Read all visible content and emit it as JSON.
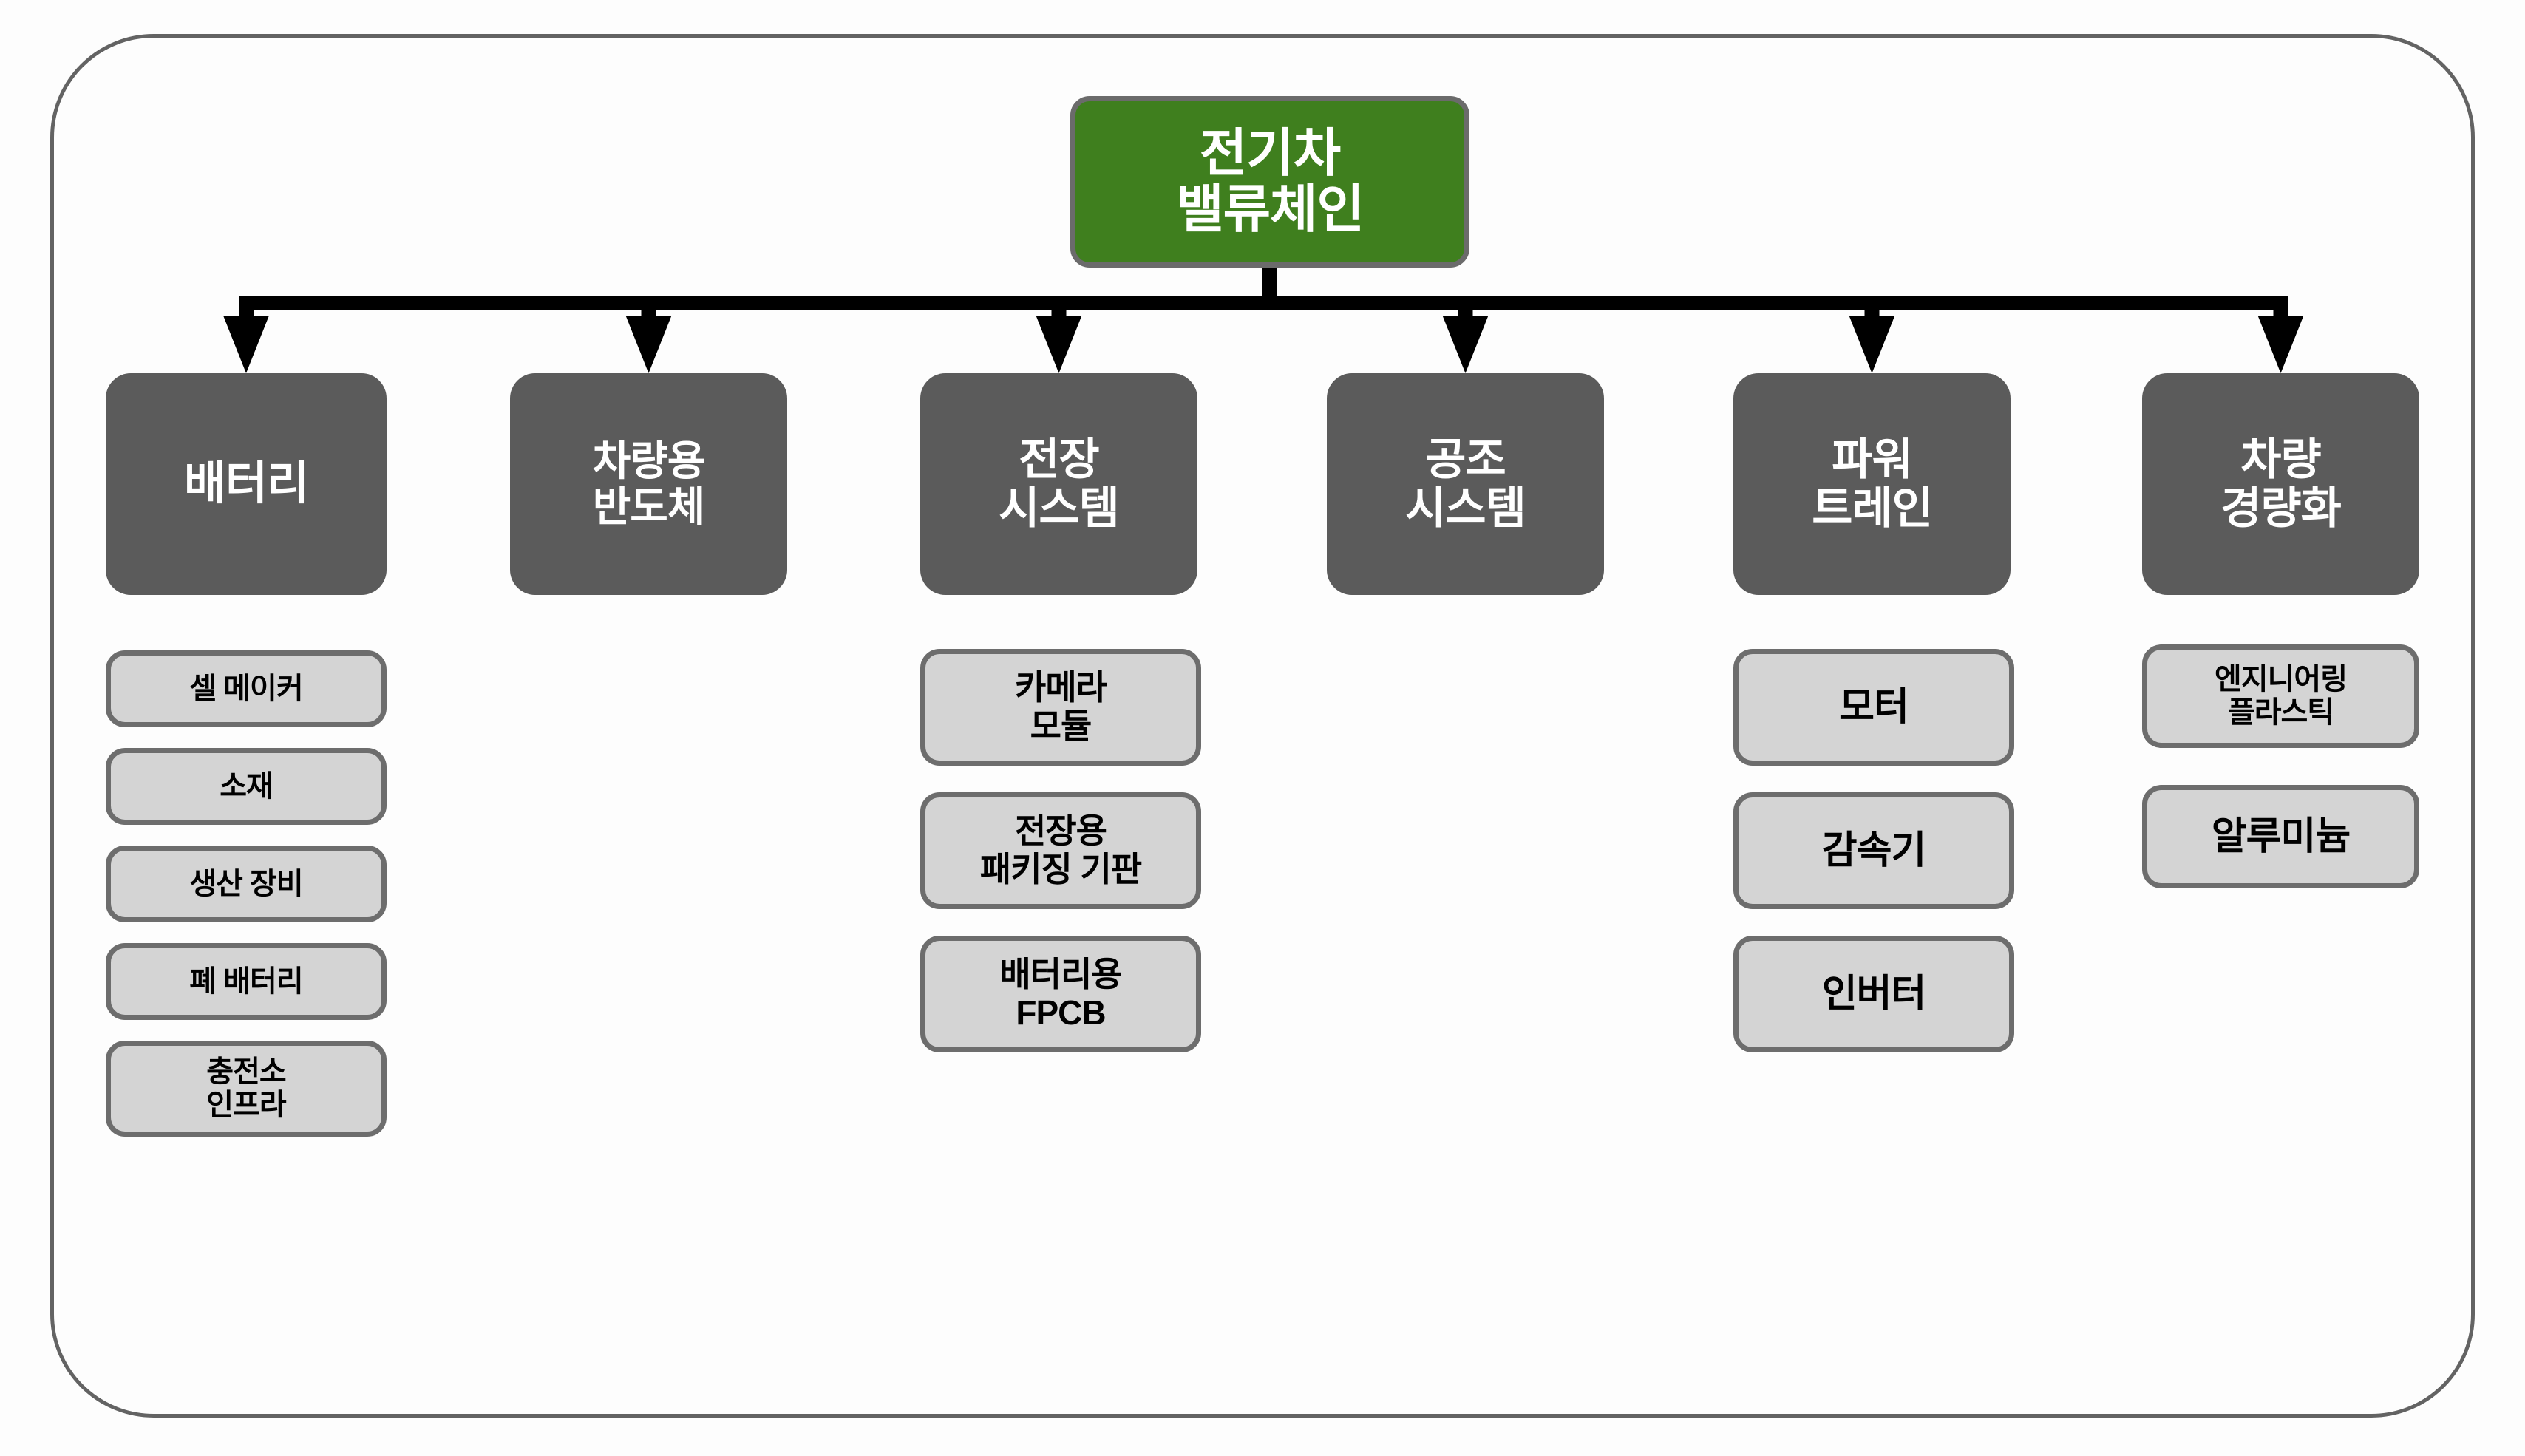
{
  "diagram": {
    "title": "전기차 밸류체인",
    "colors": {
      "root_fill": "#3f7f1e",
      "category_fill": "#5b5b5b",
      "leaf_fill": "#d4d4d4",
      "leaf_border": "#6d6d6d",
      "frame_border": "#636363",
      "connector": "#000000",
      "root_text": "#ffffff",
      "category_text": "#ffffff",
      "leaf_text": "#000000"
    },
    "root": {
      "line1": "전기차",
      "line2": "밸류체인"
    },
    "categories": [
      {
        "id": "battery",
        "line1": "배터리",
        "line2": "",
        "leaves": [
          {
            "line1": "셀 메이커",
            "line2": ""
          },
          {
            "line1": "소재",
            "line2": ""
          },
          {
            "line1": "생산 장비",
            "line2": ""
          },
          {
            "line1": "폐 배터리",
            "line2": ""
          },
          {
            "line1": "충전소",
            "line2": "인프라"
          }
        ]
      },
      {
        "id": "automotive-semiconductor",
        "line1": "차량용",
        "line2": "반도체",
        "leaves": []
      },
      {
        "id": "electronics-system",
        "line1": "전장",
        "line2": "시스템",
        "leaves": [
          {
            "line1": "카메라",
            "line2": "모듈"
          },
          {
            "line1": "전장용",
            "line2": "패키징 기판"
          },
          {
            "line1": "배터리용",
            "line2": "FPCB"
          }
        ]
      },
      {
        "id": "hvac-system",
        "line1": "공조",
        "line2": "시스템",
        "leaves": []
      },
      {
        "id": "powertrain",
        "line1": "파워",
        "line2": "트레인",
        "leaves": [
          {
            "line1": "모터",
            "line2": ""
          },
          {
            "line1": "감속기",
            "line2": ""
          },
          {
            "line1": "인버터",
            "line2": ""
          }
        ]
      },
      {
        "id": "vehicle-lightweighting",
        "line1": "차량",
        "line2": "경량화",
        "leaves": [
          {
            "line1": "엔지니어링",
            "line2": "플라스틱"
          },
          {
            "line1": "알루미늄",
            "line2": ""
          }
        ]
      }
    ]
  }
}
